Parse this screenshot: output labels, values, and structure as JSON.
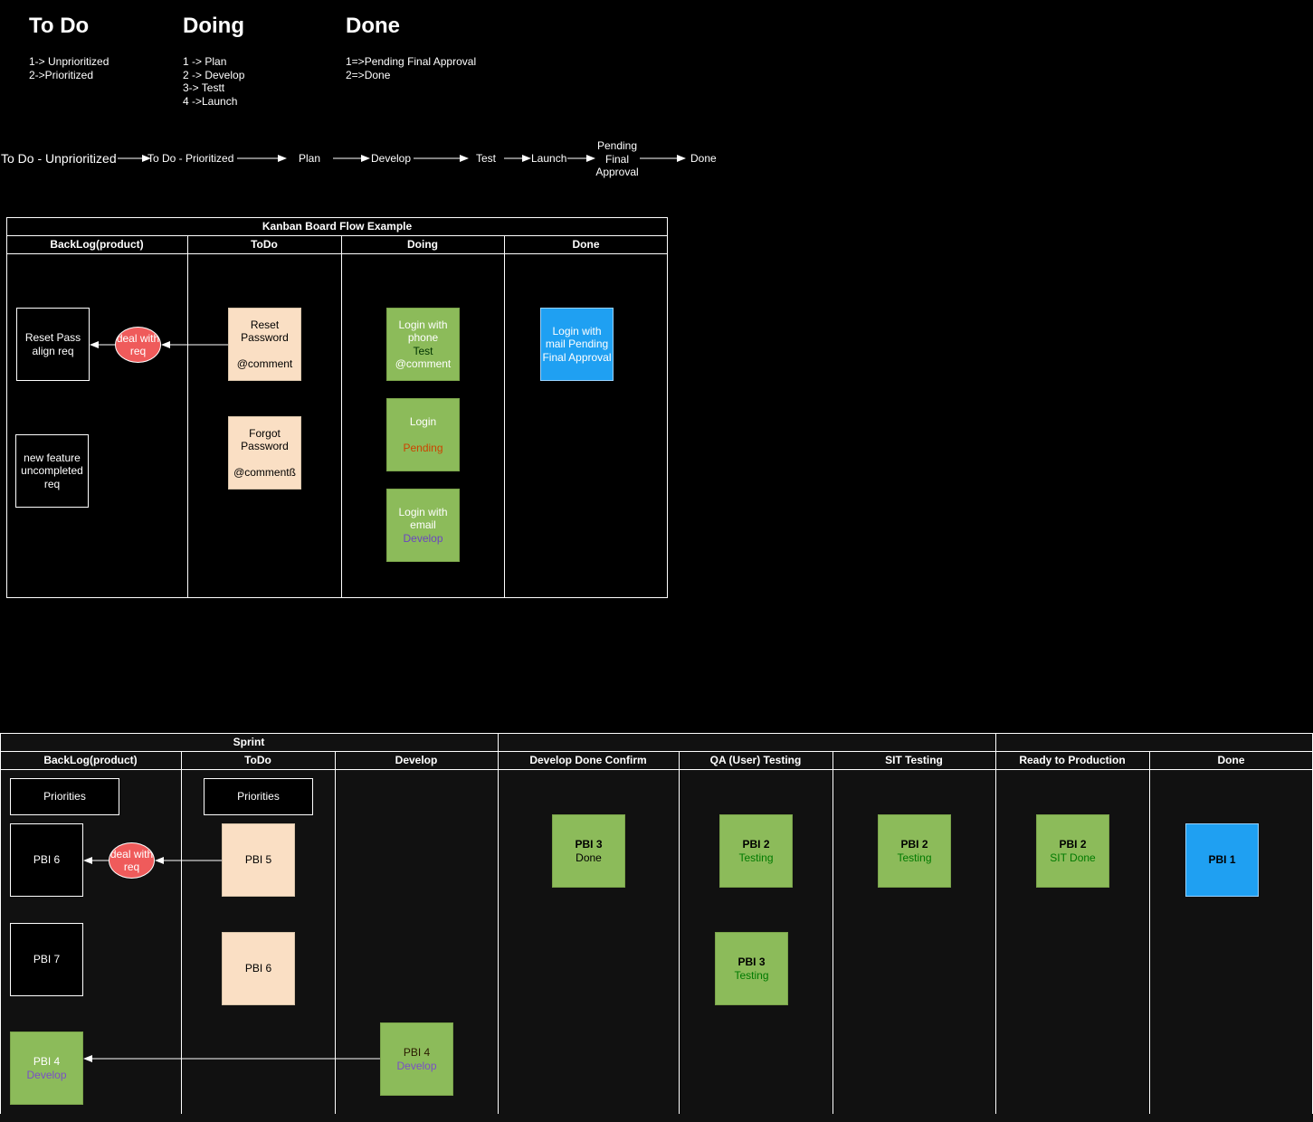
{
  "legend": {
    "todo": {
      "title": "To Do",
      "lines": [
        "1-> Unprioritized",
        "2->Prioritized"
      ]
    },
    "doing": {
      "title": "Doing",
      "lines": [
        "1 -> Plan",
        "2 -> Develop",
        "3-> Testt",
        "4 ->Launch"
      ]
    },
    "done": {
      "title": "Done",
      "lines": [
        "1=>Pending Final Approval",
        "2=>Done"
      ]
    }
  },
  "flow": {
    "steps": [
      "To Do - Unprioritized",
      "To Do - Prioritized",
      "Plan",
      "Develop",
      "Test",
      "Launch",
      "Pending Final Approval",
      "Done"
    ]
  },
  "board1": {
    "title": "Kanban Board Flow Example",
    "columns": [
      "BackLog(product)",
      "ToDo",
      "Doing",
      "Done"
    ],
    "cards": {
      "reset_pass": "Reset Pass align req",
      "new_feature": "new feature uncompleted req",
      "deal_with": "deal with req",
      "reset_password": {
        "title": "Reset Password",
        "comment": "@comment"
      },
      "forgot_password": {
        "title": "Forgot Password",
        "comment": "@commentß"
      },
      "login_phone": {
        "title": "Login with phone",
        "status": "Test",
        "comment": "@comment"
      },
      "login": {
        "title": "Login",
        "status": "Pending"
      },
      "login_email": {
        "title": "Login with email",
        "status": "Develop"
      },
      "login_mail": "Login with mail Pending Final Approval"
    }
  },
  "board2": {
    "group_sprint": "Sprint",
    "columns": [
      "BackLog(product)",
      "ToDo",
      "Develop",
      "Develop Done Confirm",
      "QA (User)  Testing",
      "SIT Testing",
      "Ready to Production",
      "Done"
    ],
    "cards": {
      "priorities_backlog": "Priorities",
      "priorities_todo": "Priorities",
      "pbi6_backlog": "PBI 6",
      "pbi7": "PBI 7",
      "pbi4_backlog": {
        "title": "PBI 4",
        "status": "Develop"
      },
      "deal_with": "deal with req",
      "pbi5": "PBI  5",
      "pbi6_todo": "PBI  6",
      "pbi4_develop": {
        "title": "PBI 4",
        "status": "Develop"
      },
      "pbi3_done": {
        "title": "PBI 3",
        "status": "Done"
      },
      "pbi2_qa": {
        "title": "PBI 2",
        "status": "Testing"
      },
      "pbi3_qa": {
        "title": "PBI 3",
        "status": "Testing"
      },
      "pbi2_sit": {
        "title": "PBI 2",
        "status": "Testing"
      },
      "pbi2_ready": {
        "title": "PBI 2",
        "status": "SIT Done"
      },
      "pbi1": "PBI 1"
    }
  },
  "colors": {
    "background": "#000000",
    "panel": "#111111",
    "peach": "#fadfc4",
    "green": "#8cbb5a",
    "blue": "#1fa0f2",
    "red": "#ef5b5b",
    "status_green": "#007a00",
    "status_orange": "#cc4400",
    "status_purple": "#7a4fc7"
  }
}
